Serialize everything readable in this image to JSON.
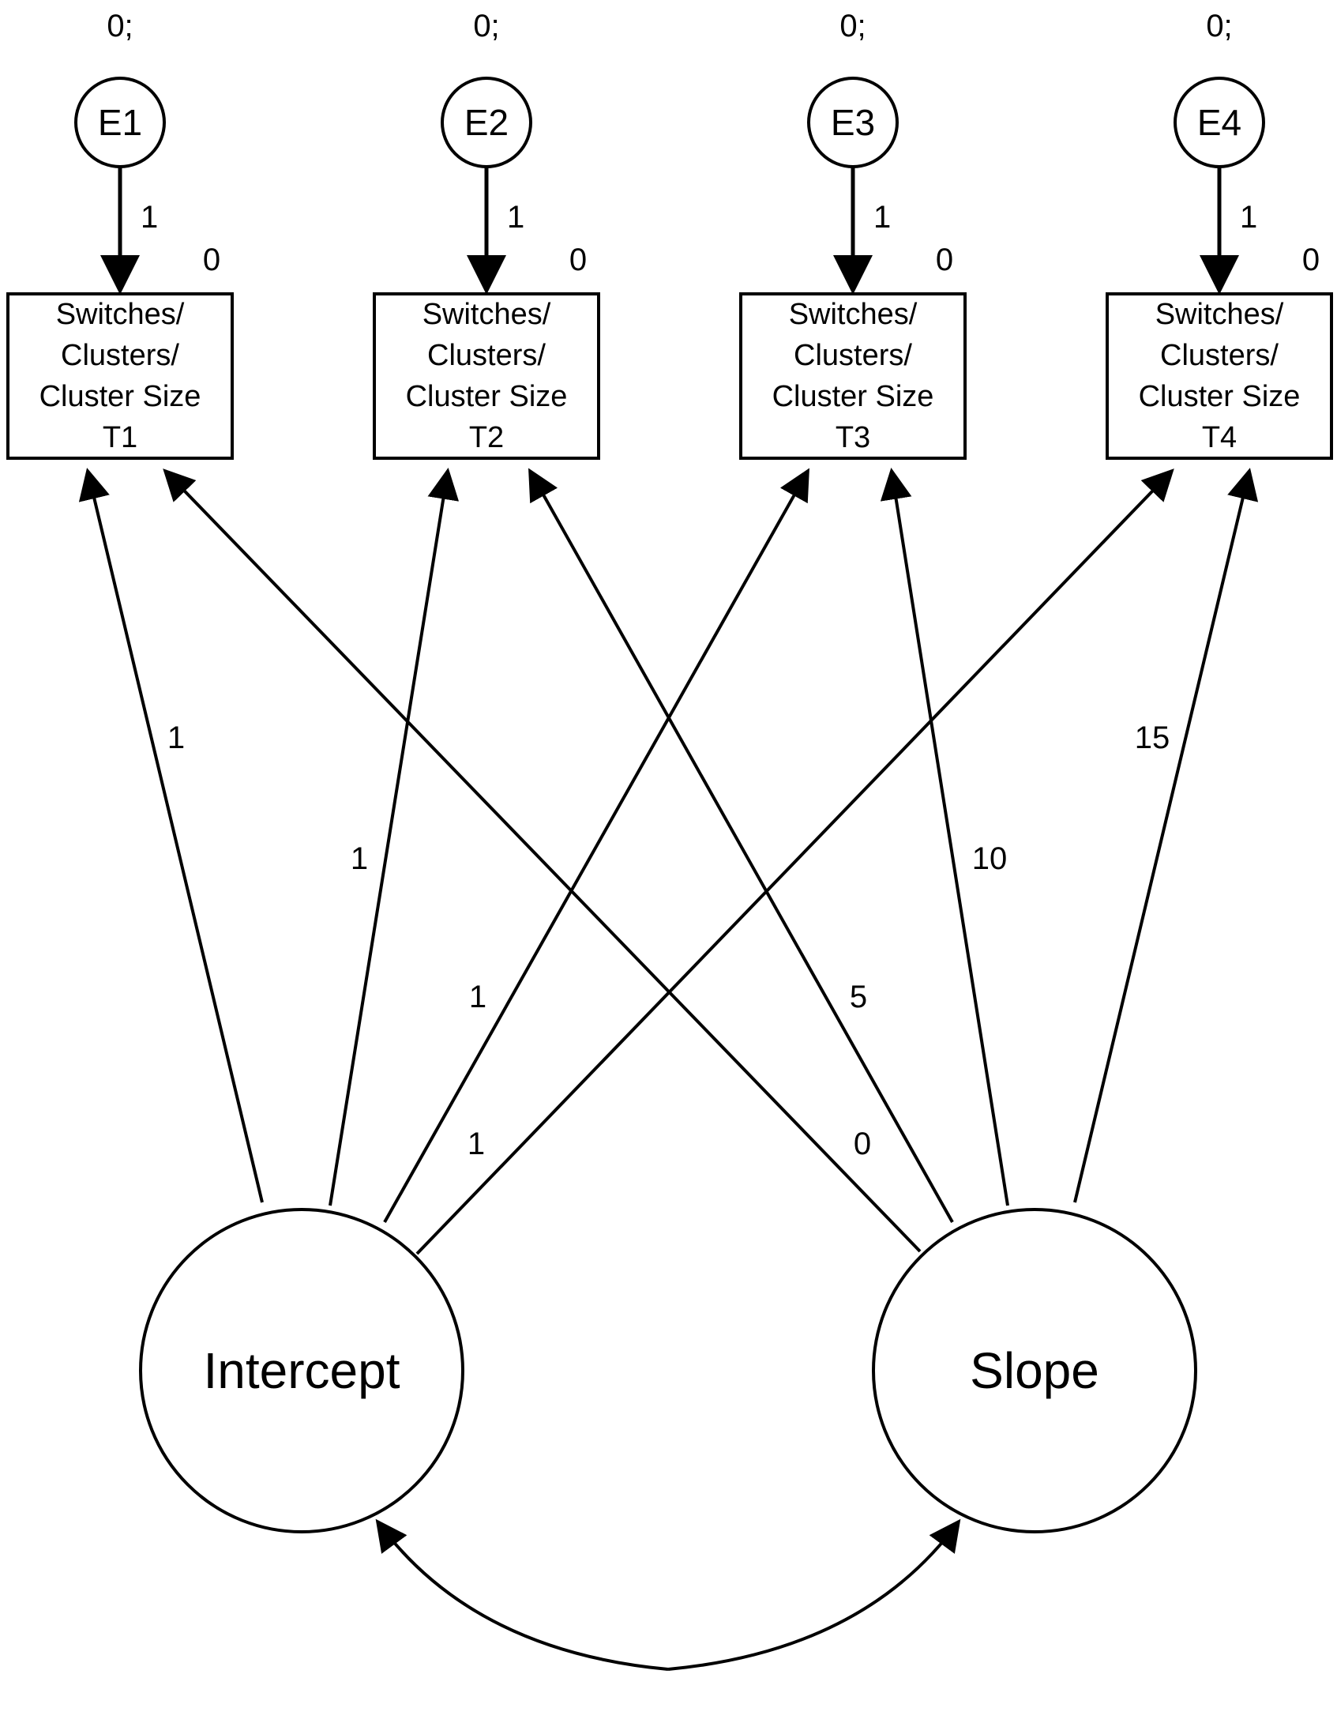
{
  "errors": [
    {
      "name": "E1",
      "mean_var": "0;",
      "loading": "1"
    },
    {
      "name": "E2",
      "mean_var": "0;",
      "loading": "1"
    },
    {
      "name": "E3",
      "mean_var": "0;",
      "loading": "1"
    },
    {
      "name": "E4",
      "mean_var": "0;",
      "loading": "1"
    }
  ],
  "observed": [
    {
      "lines": [
        "Switches/",
        "Clusters/",
        "Cluster Size",
        "T1"
      ],
      "intercept": "0"
    },
    {
      "lines": [
        "Switches/",
        "Clusters/",
        "Cluster Size",
        "T2"
      ],
      "intercept": "0"
    },
    {
      "lines": [
        "Switches/",
        "Clusters/",
        "Cluster Size",
        "T3"
      ],
      "intercept": "0"
    },
    {
      "lines": [
        "Switches/",
        "Clusters/",
        "Cluster Size",
        "T4"
      ],
      "intercept": "0"
    }
  ],
  "latents": {
    "intercept": {
      "label": "Intercept"
    },
    "slope": {
      "label": "Slope"
    }
  },
  "intercept_loadings": [
    "1",
    "1",
    "1",
    "1"
  ],
  "slope_loadings": [
    "0",
    "5",
    "10",
    "15"
  ]
}
